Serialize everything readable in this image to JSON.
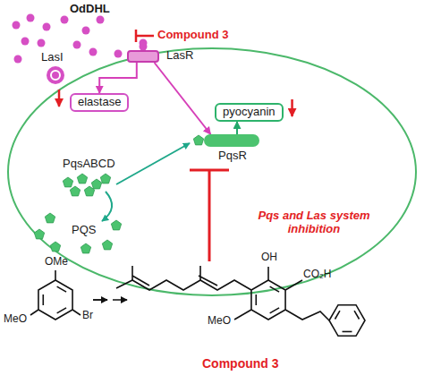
{
  "diagram": {
    "nodes": [
      {
        "text": [
          "LasR"
        ]
      },
      {
        "text": [
          "elastase"
        ]
      },
      {
        "text": [
          "pyocyanin"
        ]
      },
      {
        "text": [
          "PqsR"
        ]
      }
    ],
    "edges": [
      {
        "from": 0,
        "to": 1,
        "arrow": "to"
      },
      {
        "from": 0,
        "to": 3,
        "arrow": "to"
      },
      {
        "from": 3,
        "to": 2,
        "arrow": "to"
      }
    ],
    "labels": [
      "OdDHL",
      "Compound 3",
      "LasI",
      "PqsABCD",
      "PQS",
      "Pqs and Las system inhibition",
      "OMe",
      "MeO",
      "Br",
      "OH",
      "CO₂H",
      "MeO",
      "Compound 3"
    ]
  }
}
